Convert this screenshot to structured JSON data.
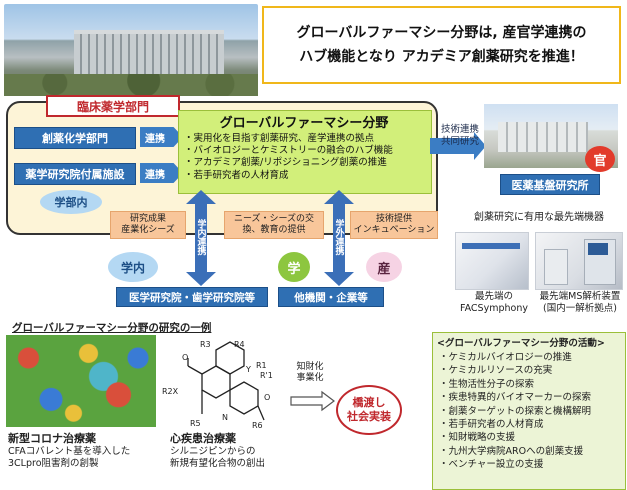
{
  "headline": {
    "line1": "グローバルファーマシー分野は, 産官学連携の",
    "line2": "ハブ機能となり アカデミア創薬研究を推進！"
  },
  "dept_title": "臨床薬学部門",
  "left_boxes": {
    "drug_chem": "創薬化学部門",
    "pharma_institute": "薬学研究院付属施設",
    "link_label": "連携",
    "faculty": "学部内"
  },
  "global_pharmacy": {
    "title": "グローバルファーマシー分野",
    "bullets": [
      "・実用化を目指す創薬研究、産学連携の拠点",
      "・バイオロジーとケミストリーの融合のハブ機能",
      "・アカデミア創薬/リポジショニング創薬の推進",
      "・若手研究者の人材育成"
    ]
  },
  "tech_link": {
    "line1": "技術連携",
    "line2": "共同研究"
  },
  "gov": {
    "badge": "官",
    "label": "医薬基盤研究所"
  },
  "equipment": {
    "title": "創薬研究に有用な最先端機器",
    "item1_line1": "最先端の",
    "item1_line2": "FACSymphony",
    "item2_line1": "最先端MS解析装置",
    "item2_line2": "(国内一解析拠点)"
  },
  "orange_boxes": {
    "box1_line1": "研究成果",
    "box1_line2": "産業化シーズ",
    "box2_line1": "ニーズ・シーズの交",
    "box2_line2": "換、教育の提供",
    "box3_line1": "技術提供",
    "box3_line2": "インキュベーション"
  },
  "arrows": {
    "left_vertical": "学内連携",
    "right_vertical": "学外連携"
  },
  "circles": {
    "gakunai": "学内",
    "gaku": "学",
    "san": "産"
  },
  "bottom_targets": {
    "medical": "医学研究院・歯学研究院等",
    "other": "他機関・企業等"
  },
  "examples": {
    "title": "グローバルファーマシー分野の研究の一例",
    "covid_title": "新型コロナ治療薬",
    "covid_line1": "CFAコバレント基を導入した",
    "covid_line2": "3CLpro阻害剤の創製",
    "heart_title": "心疾患治療薬",
    "heart_line1": "シルニジピンからの",
    "heart_line2": "新規有望化合物の創出",
    "arrow_label_line1": "知財化",
    "arrow_label_line2": "事業化",
    "bridge_line1": "橋渡し",
    "bridge_line2": "社会実装"
  },
  "chemistry_labels": {
    "r3": "R3",
    "r4": "R4",
    "r1": "R1",
    "r1p": "R'1",
    "r2x": "R2X",
    "r5": "R5",
    "r6": "R6",
    "n": "N",
    "o1": "O",
    "o2": "O",
    "y": "Y"
  },
  "activities": {
    "title": "<グローバルファーマシー分野の活動>",
    "items": [
      "・ケミカルバイオロジーの推進",
      "・ケミカルリソースの充実",
      "・生物活性分子の探索",
      "・疾患特異的バイオマーカーの探索",
      "・創薬ターゲットの探索と機構解明",
      "・若手研究者の人材育成",
      "・知財戦略の支援",
      "・九州大学病院AROへの創薬支援",
      "・ベンチャー設立の支援"
    ]
  },
  "colors": {
    "accent_blue": "#2f6fb3",
    "green_panel": "#d2ef7a",
    "red": "#c0282d",
    "orange": "#f8c69a",
    "headline_border": "#f0b71a"
  }
}
